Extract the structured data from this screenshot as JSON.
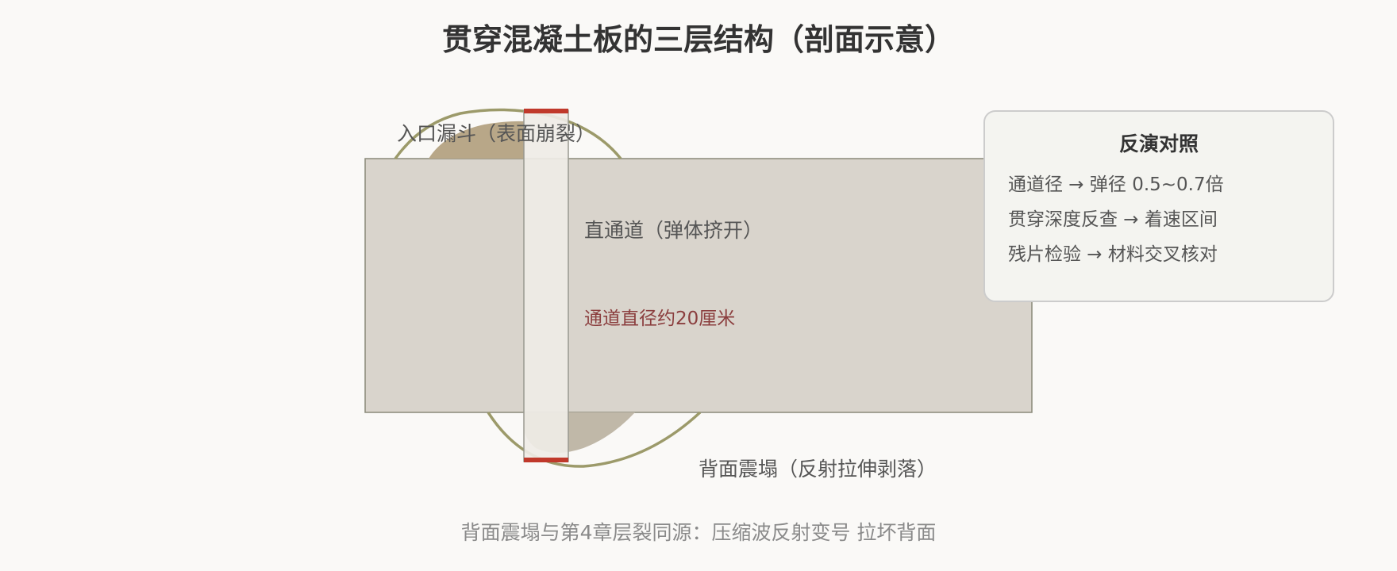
{
  "title": "贯穿混凝土板的三层结构（剖面示意）",
  "labels": {
    "entry_funnel": "入口漏斗（表面崩裂）",
    "channel": "直通道（弹体挤开）",
    "channel_diameter": "通道直径约20厘米",
    "spall": "背面震塌（反射拉伸剥落）"
  },
  "inversion_box": {
    "title": "反演对照",
    "items": [
      "通道径 → 弹径 0.5~0.7倍",
      "贯穿深度反查 → 着速区间",
      "残片检验 → 材料交叉核对"
    ]
  },
  "footnote": "背面震塌与第4章层裂同源：压缩波反射变号 拉坏背面",
  "colors": {
    "slab_fill": "#d9d4cc",
    "slab_stroke": "#8a8a7a",
    "entry_crater": "#b8a788",
    "spall_crater": "#c0b8a8",
    "channel_fill": "#efece6",
    "outline_curve": "#9c9a6a",
    "channel_cap": "#c0392b",
    "accent_text": "#8b3e3e",
    "box_fill": "#f4f4f0",
    "box_stroke": "#cccccc"
  }
}
